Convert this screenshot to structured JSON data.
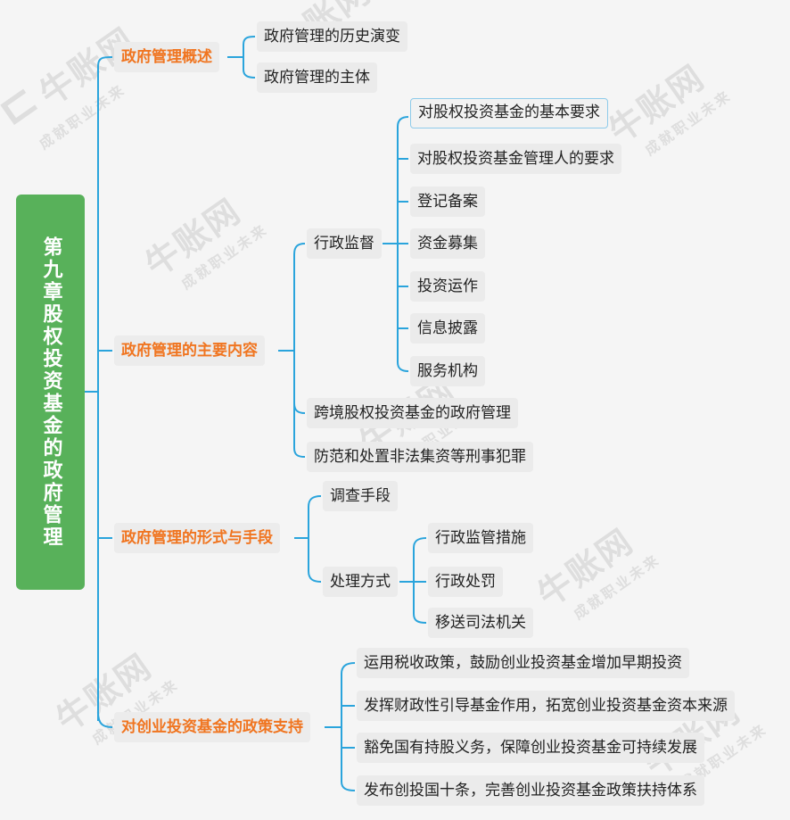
{
  "root": {
    "title": "第九章股权投资基金的政府管理"
  },
  "branches": [
    {
      "label": "政府管理概述",
      "children": [
        {
          "label": "政府管理的历史演变"
        },
        {
          "label": "政府管理的主体"
        }
      ]
    },
    {
      "label": "政府管理的主要内容",
      "children": [
        {
          "label": "行政监督",
          "children": [
            {
              "label": "对股权投资基金的基本要求",
              "selected": true
            },
            {
              "label": "对股权投资基金管理人的要求"
            },
            {
              "label": "登记备案"
            },
            {
              "label": "资金募集"
            },
            {
              "label": "投资运作"
            },
            {
              "label": "信息披露"
            },
            {
              "label": "服务机构"
            }
          ]
        },
        {
          "label": "跨境股权投资基金的政府管理"
        },
        {
          "label": "防范和处置非法集资等刑事犯罪"
        }
      ]
    },
    {
      "label": "政府管理的形式与手段",
      "children": [
        {
          "label": "调查手段"
        },
        {
          "label": "处理方式",
          "children": [
            {
              "label": "行政监管措施"
            },
            {
              "label": "行政处罚"
            },
            {
              "label": "移送司法机关"
            }
          ]
        }
      ]
    },
    {
      "label": "对创业投资基金的政策支持",
      "children": [
        {
          "label": "运用税收政策，鼓励创业投资基金增加早期投资"
        },
        {
          "label": "发挥财政性引导基金作用，拓宽创业投资基金资本来源"
        },
        {
          "label": "豁免国有持股义务，保障创业投资基金可持续发展"
        },
        {
          "label": "发布创投国十条，完善创业投资基金政策扶持体系"
        }
      ]
    }
  ],
  "watermark": {
    "brand": "牛账网",
    "slogan": "成就职业未来"
  },
  "colors": {
    "root_bg": "#58b15a",
    "branch_text": "#f07520",
    "link": "#2aa4dc",
    "node_bg": "#ebebeb"
  }
}
